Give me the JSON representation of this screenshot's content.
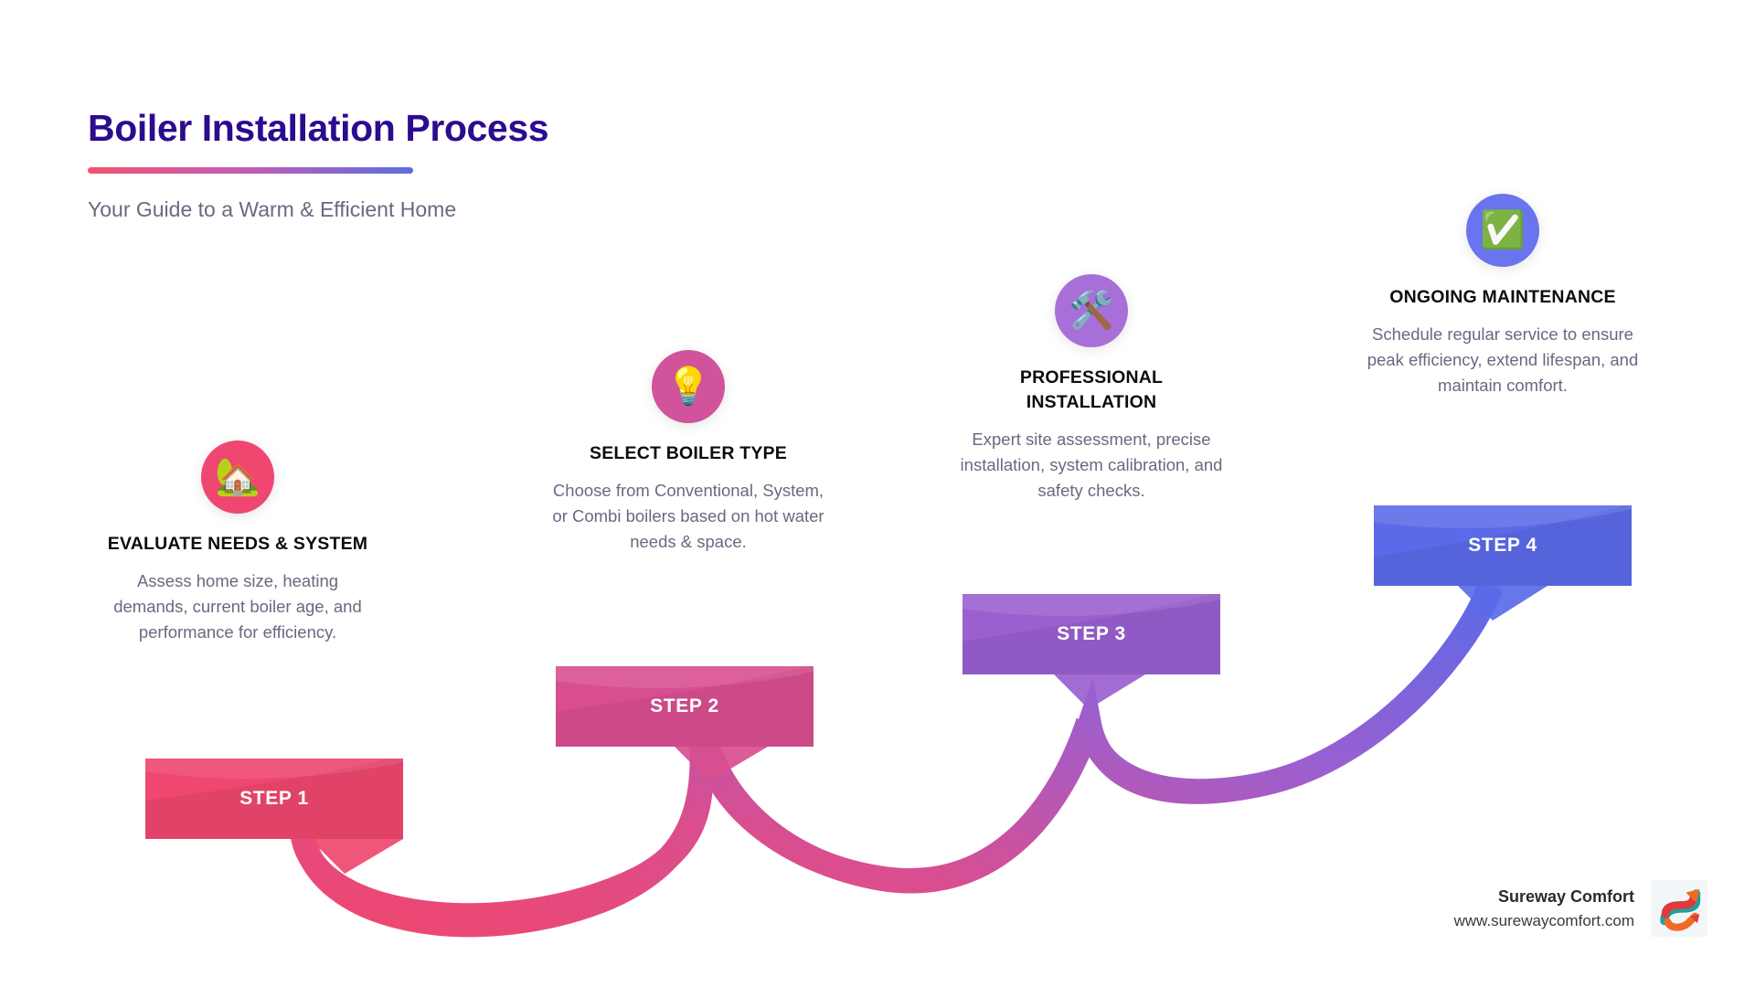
{
  "header": {
    "title": "Boiler Installation Process",
    "subtitle": "Your Guide to a Warm & Efficient Home",
    "rule_gradient": [
      "#f2536f",
      "#5b6ee0"
    ],
    "title_color": "#2c0b8e",
    "subtitle_color": "#6b6880"
  },
  "steps": [
    {
      "banner_label": "STEP 1",
      "title": "EVALUATE NEEDS & SYSTEM",
      "description": "Assess home size, heating demands, current boiler age, and performance for efficiency.",
      "icon": "house-with-garden-icon",
      "icon_glyph": "🏡",
      "color": "#ef476f",
      "banner_color": "#ef476f"
    },
    {
      "banner_label": "STEP 2",
      "title": "SELECT BOILER TYPE",
      "description": "Choose from Conventional, System, or Combi boilers based on hot water needs & space.",
      "icon": "lightbulb-icon",
      "icon_glyph": "💡",
      "color": "#d0539c",
      "banner_color": "#d94e90"
    },
    {
      "banner_label": "STEP 3",
      "title": "PROFESSIONAL INSTALLATION",
      "description": "Expert site assessment, precise installation, system calibration, and safety checks.",
      "icon": "hammer-and-wrench-icon",
      "icon_glyph": "🛠️",
      "color": "#a96fd8",
      "banner_color": "#9b5fd0"
    },
    {
      "banner_label": "STEP 4",
      "title": "ONGOING MAINTENANCE",
      "description": "Schedule regular service to ensure peak efficiency, extend lifespan, and maintain comfort.",
      "icon": "check-mark-button-icon",
      "icon_glyph": "✅",
      "color": "#6a74ef",
      "banner_color": "#5a6ae8"
    }
  ],
  "flow": {
    "stroke_width": 26,
    "gradient_stops": [
      "#ef476f",
      "#d94e90",
      "#9b5fd0",
      "#5a6ae8"
    ]
  },
  "brand": {
    "name": "Sureway Comfort",
    "url": "www.surewaycomfort.com",
    "logo": "sureway-s-arrow-logo",
    "logo_colors": [
      "#f26a22",
      "#e03a3e",
      "#1ba39c"
    ]
  }
}
